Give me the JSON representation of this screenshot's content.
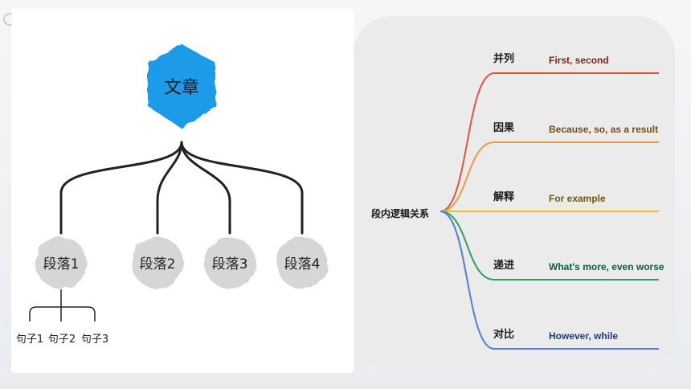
{
  "tree": {
    "root": "文章",
    "paragraphs": [
      "段落1",
      "段落2",
      "段落3",
      "段落4"
    ],
    "sentences": [
      "句子1",
      "句子2",
      "句子3"
    ]
  },
  "mindmap": {
    "center": "段内逻辑关系",
    "branches": [
      {
        "name": "并列",
        "example": "First, second",
        "color": "#e2533e",
        "textColor": "#7a2418"
      },
      {
        "name": "因果",
        "example": "Because, so, as a result",
        "color": "#f29a3f",
        "textColor": "#7a4a10"
      },
      {
        "name": "解释",
        "example": "For example",
        "color": "#e6c12f",
        "textColor": "#6b5a08"
      },
      {
        "name": "递进",
        "example": "What's more, even worse",
        "color": "#2ea05b",
        "textColor": "#0f5c2f"
      },
      {
        "name": "对比",
        "example": "However, while",
        "color": "#4d7fe0",
        "textColor": "#1c3a86"
      }
    ]
  },
  "colors": {
    "rootFill": "#1e9be9",
    "nodeFill": "#d6d6d6",
    "connector": "#222222"
  }
}
